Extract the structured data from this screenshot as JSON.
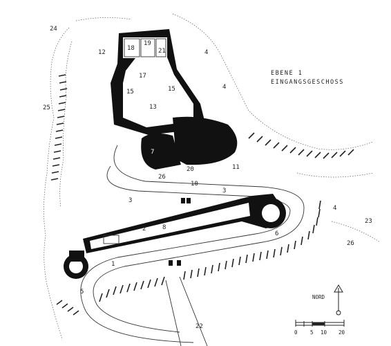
{
  "title": "EBENE 1",
  "subtitle": "EINGANGSGESCHOSS",
  "north_label": "NORD",
  "scale": {
    "ticks": [
      "0",
      "5",
      "10",
      "20"
    ]
  },
  "labels": [
    {
      "id": "n24a",
      "text": "24"
    },
    {
      "id": "n12",
      "text": "12"
    },
    {
      "id": "n18",
      "text": "18"
    },
    {
      "id": "n19",
      "text": "19"
    },
    {
      "id": "n21",
      "text": "21"
    },
    {
      "id": "n4a",
      "text": "4"
    },
    {
      "id": "n4b",
      "text": "4"
    },
    {
      "id": "n17",
      "text": "17"
    },
    {
      "id": "n15a",
      "text": "15"
    },
    {
      "id": "n15b",
      "text": "15"
    },
    {
      "id": "n13",
      "text": "13"
    },
    {
      "id": "n25",
      "text": "25"
    },
    {
      "id": "n7",
      "text": "7"
    },
    {
      "id": "n26",
      "text": "26"
    },
    {
      "id": "n20",
      "text": "20"
    },
    {
      "id": "n11",
      "text": "11"
    },
    {
      "id": "n10",
      "text": "10"
    },
    {
      "id": "n3a",
      "text": "3"
    },
    {
      "id": "n3b",
      "text": "3"
    },
    {
      "id": "n2",
      "text": "2"
    },
    {
      "id": "n8",
      "text": "8"
    },
    {
      "id": "n6",
      "text": "6"
    },
    {
      "id": "n4c",
      "text": "4"
    },
    {
      "id": "n23",
      "text": "23"
    },
    {
      "id": "n26b",
      "text": "26"
    },
    {
      "id": "n1",
      "text": "1"
    },
    {
      "id": "n5",
      "text": "5"
    },
    {
      "id": "n22",
      "text": "22"
    }
  ]
}
